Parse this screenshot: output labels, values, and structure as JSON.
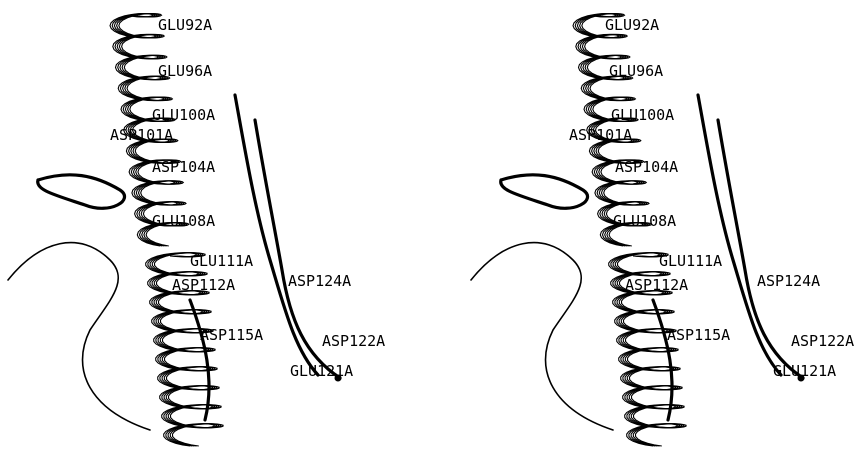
{
  "figure": {
    "panels": [
      {
        "view": "left",
        "labels": [
          "GLU92A",
          "GLU96A",
          "GLU100A",
          "ASP101A",
          "ASP104A",
          "GLU108A",
          "GLU111A",
          "ASP112A",
          "ASP124A",
          "ASP115A",
          "ASP122A",
          "GLU121A"
        ]
      },
      {
        "view": "right",
        "labels": [
          "GLU92A",
          "GLU96A",
          "GLU100A",
          "ASP101A",
          "ASP104A",
          "GLU108A",
          "GLU111A",
          "ASP112A",
          "ASP124A",
          "ASP115A",
          "ASP122A",
          "GLU121A"
        ]
      }
    ]
  }
}
